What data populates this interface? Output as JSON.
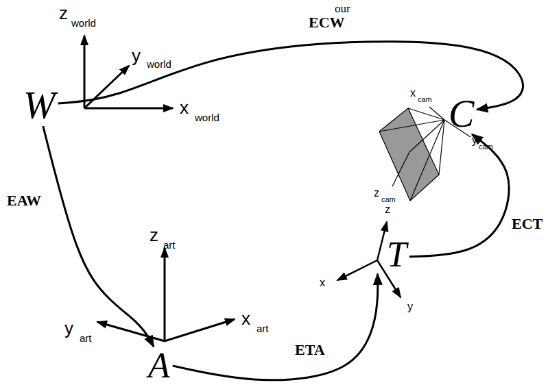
{
  "diagram": {
    "nodes": [
      {
        "text": [
          "W"
        ]
      },
      {
        "text": [
          "A"
        ]
      },
      {
        "text": [
          "T"
        ]
      },
      {
        "text": [
          "C"
        ]
      }
    ],
    "edges": [
      {
        "from": 0,
        "to": 3,
        "label": "ECW",
        "arrow": "to"
      },
      {
        "from": 0,
        "to": 1,
        "label": "EAW",
        "arrow": "to"
      },
      {
        "from": 1,
        "to": 2,
        "label": "ETA",
        "arrow": "to"
      },
      {
        "from": 2,
        "to": 3,
        "label": "ECT",
        "arrow": "to"
      }
    ],
    "labels": [
      "z",
      "world",
      "y",
      "world",
      "x",
      "world",
      "z",
      "art",
      "y",
      "art",
      "x",
      "art",
      "x",
      "cam",
      "y",
      "cam",
      "z",
      "cam",
      "z",
      "x",
      "y",
      "our"
    ]
  }
}
